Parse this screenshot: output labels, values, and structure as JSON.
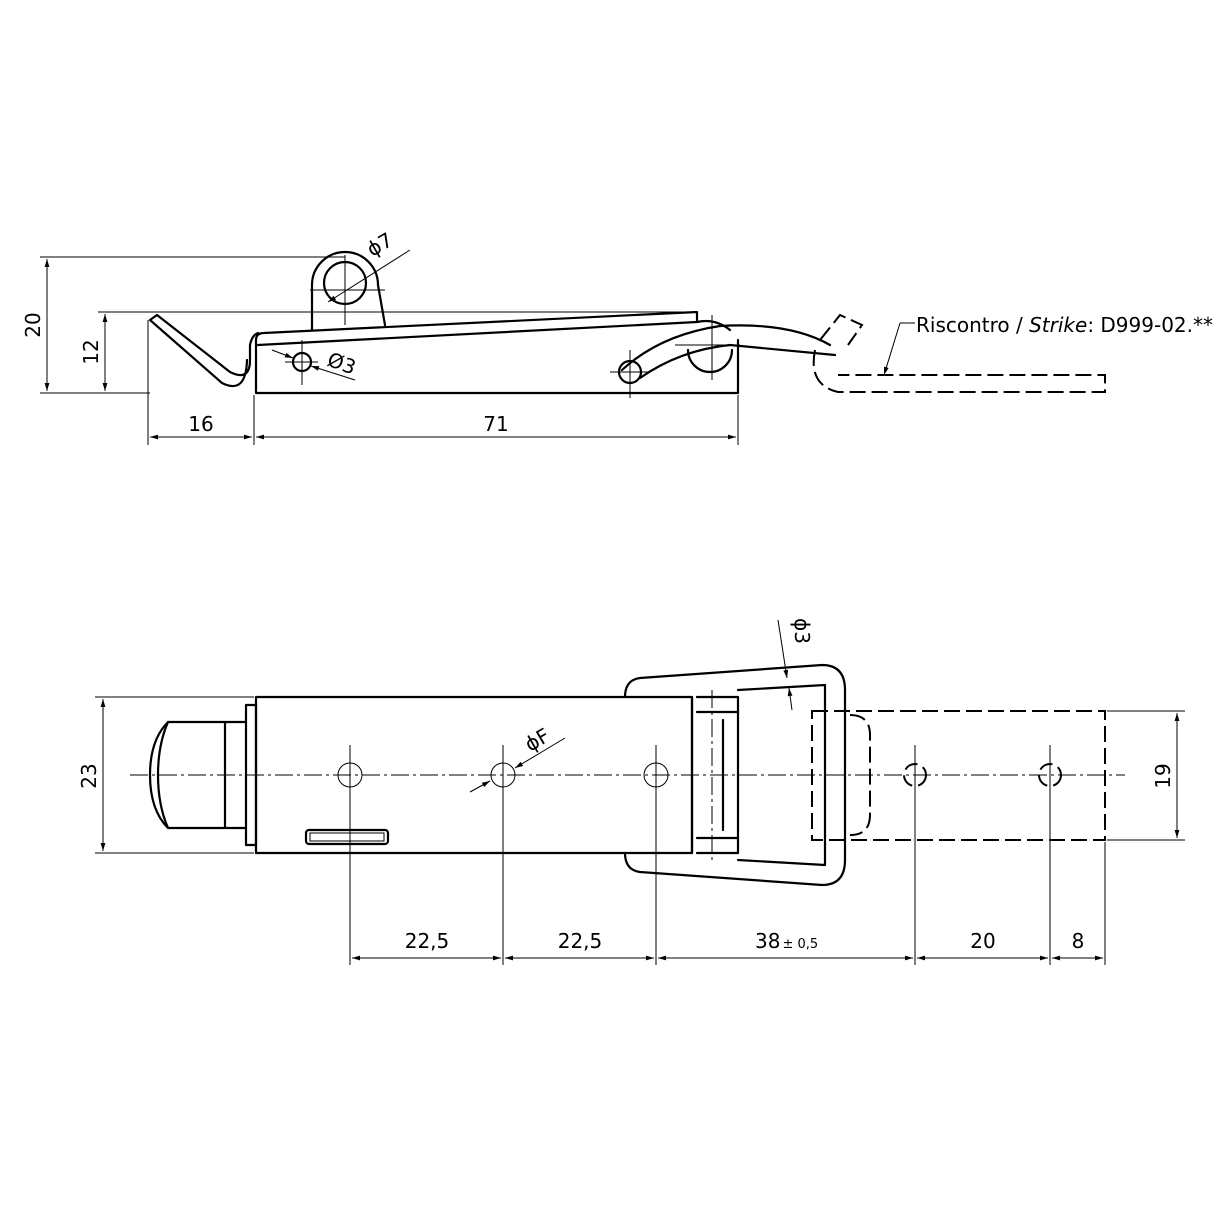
{
  "side_view": {
    "dim_height_total": "20",
    "dim_height_body": "12",
    "dim_hook_length": "16",
    "dim_body_length": "71",
    "dim_lug_hole": "ϕ7",
    "dim_side_hole": "Ø3",
    "strike_label_prefix": "Riscontro / ",
    "strike_label_italic": "Strike",
    "strike_label_suffix": ": D999-02.**"
  },
  "top_view": {
    "dim_width": "23",
    "dim_strike_width": "19",
    "dim_hole": "ϕF",
    "dim_wire": "ϕ3",
    "dim_pitch_1": "22,5",
    "dim_pitch_2": "22,5",
    "dim_to_strike": "38",
    "dim_to_strike_tol": "± 0,5",
    "dim_strike_pitch": "20",
    "dim_strike_end": "8"
  }
}
